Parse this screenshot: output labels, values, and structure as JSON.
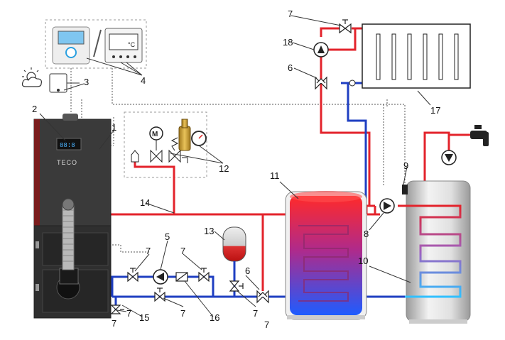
{
  "boiler": {
    "brand": "TECO",
    "panel_display": "88:8"
  },
  "room_regulator": {
    "unit": "°C"
  },
  "gauge_symbol": "M",
  "labels": {
    "l1": "1",
    "l2": "2",
    "l3": "3",
    "l4": "4",
    "l5": "5",
    "l6a": "6",
    "l6b": "6",
    "l7a": "7",
    "l7b": "7",
    "l7c": "7",
    "l7d": "7",
    "l7e": "7",
    "l7f": "7",
    "l7g": "7",
    "l7h": "7",
    "l8": "8",
    "l9": "9",
    "l10": "10",
    "l11": "11",
    "l12": "12",
    "l13": "13",
    "l14": "14",
    "l15": "15",
    "l16": "16",
    "l17": "17",
    "l18": "18"
  },
  "colors": {
    "supply": "#e3232b",
    "return": "#1f3fc2",
    "boiler_body": "#2d2d2d",
    "boiler_trim": "#8b1f1f"
  }
}
